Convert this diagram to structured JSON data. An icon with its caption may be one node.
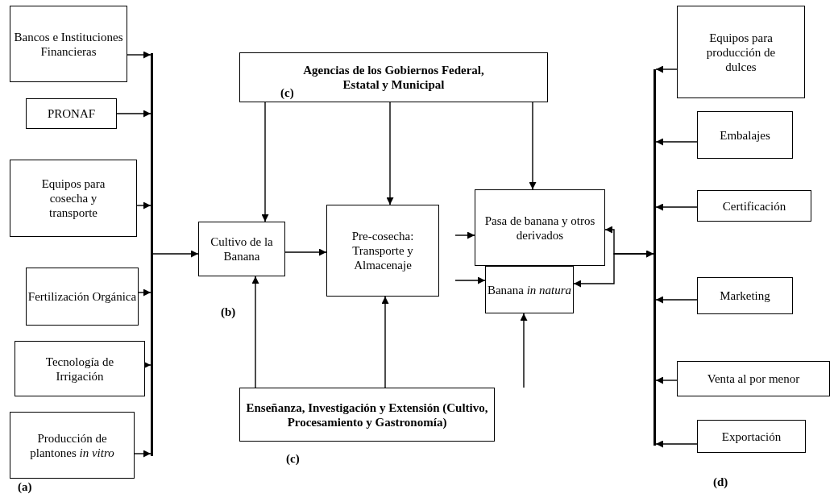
{
  "diagram": {
    "nodes": [
      {
        "text": [
          "Bancos e Instituciones Financieras"
        ]
      },
      {
        "text": [
          "PRONAF"
        ]
      },
      {
        "text": [
          "Equipos para cosecha y transporte"
        ]
      },
      {
        "text": [
          "Fertilización Orgánica"
        ]
      },
      {
        "text": [
          "Tecnología de Irrigación"
        ]
      },
      {
        "text": [
          "Producción de plantones *in vitro*"
        ]
      },
      {
        "text": [],
        "shape": "bar"
      },
      {
        "text": [
          "Agencias de los Gobiernos Federal, Estatal y Municipal",
          "(c)"
        ]
      },
      {
        "text": [
          "Cultivo de la Banana"
        ],
        "beside": [
          "(b)"
        ]
      },
      {
        "text": [
          "Pre-cosecha: Transporte y Almacenaje"
        ]
      },
      {
        "text": [
          "Pasa de banana y otros derivados"
        ]
      },
      {
        "text": [
          "Banana *in natura*"
        ]
      },
      {
        "text": [
          "Enseñanza, Investigación y Extensión (Cultivo, Procesamiento y Gastronomía)"
        ],
        "beside": [
          "(c)"
        ]
      },
      {
        "text": [],
        "shape": "bar"
      },
      {
        "text": [
          "Equipos para producción de dulces"
        ]
      },
      {
        "text": [
          "Embalajes"
        ]
      },
      {
        "text": [
          "Certificación"
        ]
      },
      {
        "text": [
          "Marketing"
        ]
      },
      {
        "text": [
          "Venta al por menor"
        ]
      },
      {
        "text": [
          "Exportación"
        ]
      }
    ],
    "edges": [
      {
        "from": 0,
        "to": 6,
        "arrow": "to"
      },
      {
        "from": 1,
        "to": 6,
        "arrow": "to"
      },
      {
        "from": 2,
        "to": 6,
        "arrow": "to"
      },
      {
        "from": 3,
        "to": 6,
        "arrow": "to"
      },
      {
        "from": 4,
        "to": 6,
        "arrow": "to"
      },
      {
        "from": 5,
        "to": 6,
        "arrow": "to"
      },
      {
        "from": 6,
        "to": 8,
        "arrow": "to"
      },
      {
        "from": 7,
        "to": 8,
        "arrow": "to"
      },
      {
        "from": 7,
        "to": 9,
        "arrow": "to"
      },
      {
        "from": 7,
        "to": 10,
        "arrow": "to"
      },
      {
        "from": 8,
        "to": 9,
        "arrow": "to"
      },
      {
        "from": null,
        "to": 10,
        "arrow": "to"
      },
      {
        "from": null,
        "to": 11,
        "arrow": "to"
      },
      {
        "from": 12,
        "to": 8,
        "arrow": "to"
      },
      {
        "from": 12,
        "to": 9,
        "arrow": "to"
      },
      {
        "from": 12,
        "to": 11,
        "arrow": "to"
      },
      {
        "from": 13,
        "to": 10,
        "arrow": "both"
      },
      {
        "from": 13,
        "to": 11,
        "arrow": "both"
      },
      {
        "from": 14,
        "to": 13,
        "arrow": "to"
      },
      {
        "from": 15,
        "to": 13,
        "arrow": "to"
      },
      {
        "from": 16,
        "to": 13,
        "arrow": "to"
      },
      {
        "from": 17,
        "to": 13,
        "arrow": "to"
      },
      {
        "from": 18,
        "to": 13,
        "arrow": "to"
      },
      {
        "from": 19,
        "to": 13,
        "arrow": "to"
      }
    ],
    "labels": [
      "(a)",
      "(d)"
    ]
  }
}
